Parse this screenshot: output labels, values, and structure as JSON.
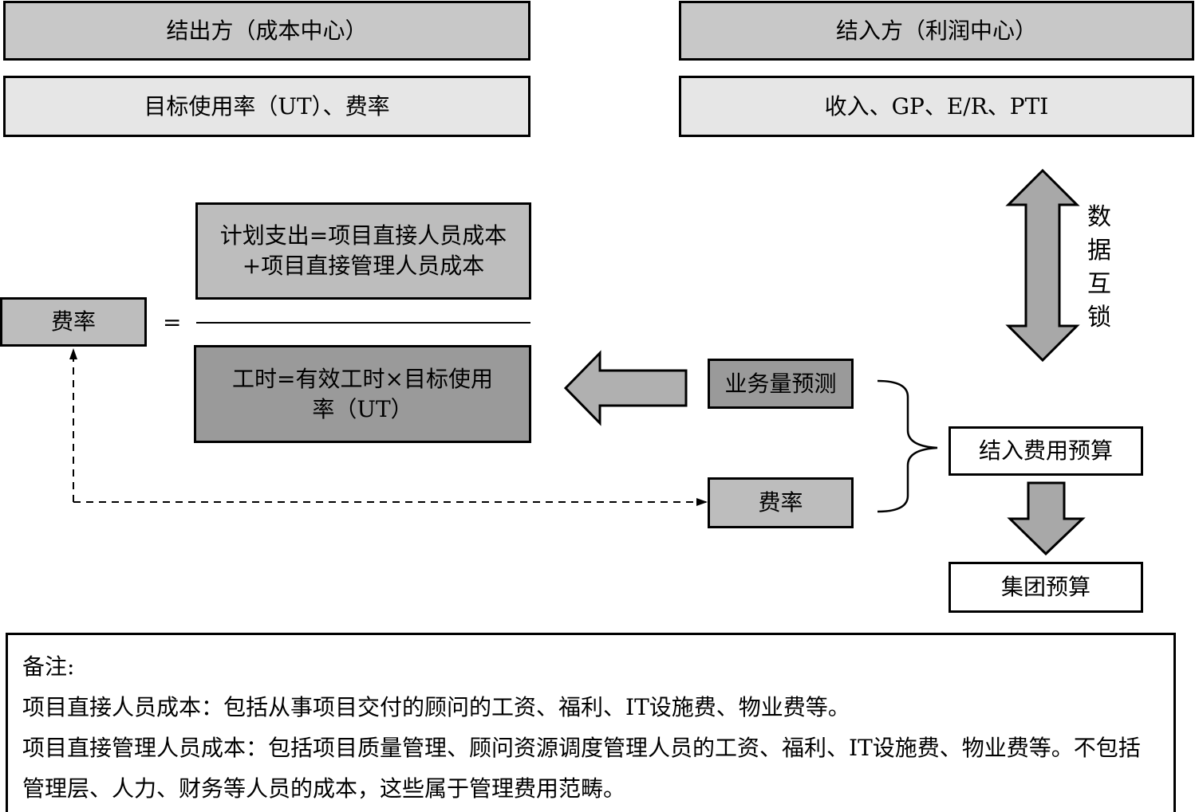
{
  "top_left": {
    "title": "结出方（成本中心）",
    "subtitle": "目标使用率（UT）、费率"
  },
  "top_right": {
    "title": "结入方（利润中心）",
    "subtitle": "收入、GP、E/R、PTI"
  },
  "data_interlock": [
    "数",
    "据",
    "互",
    "锁"
  ],
  "formula": {
    "lhs": "费率",
    "equals": "=",
    "numerator": "计划支出=项目直接人员成本+项目直接管理人员成本",
    "denominator": "工时=有效工时×目标使用率（UT）"
  },
  "business_forecast": "业务量预测",
  "rate_box": "费率",
  "income_budget": "结入费用预算",
  "group_budget": "集团预算",
  "notes": {
    "heading": "备注:",
    "line1": "项目直接人员成本：包括从事项目交付的顾问的工资、福利、IT设施费、物业费等。",
    "line2": "项目直接管理人员成本：包括项目质量管理、顾问资源调度管理人员的工资、福利、IT设施费、物业费等。不包括管理层、人力、财务等人员的成本，这些属于管理费用范畴。"
  }
}
